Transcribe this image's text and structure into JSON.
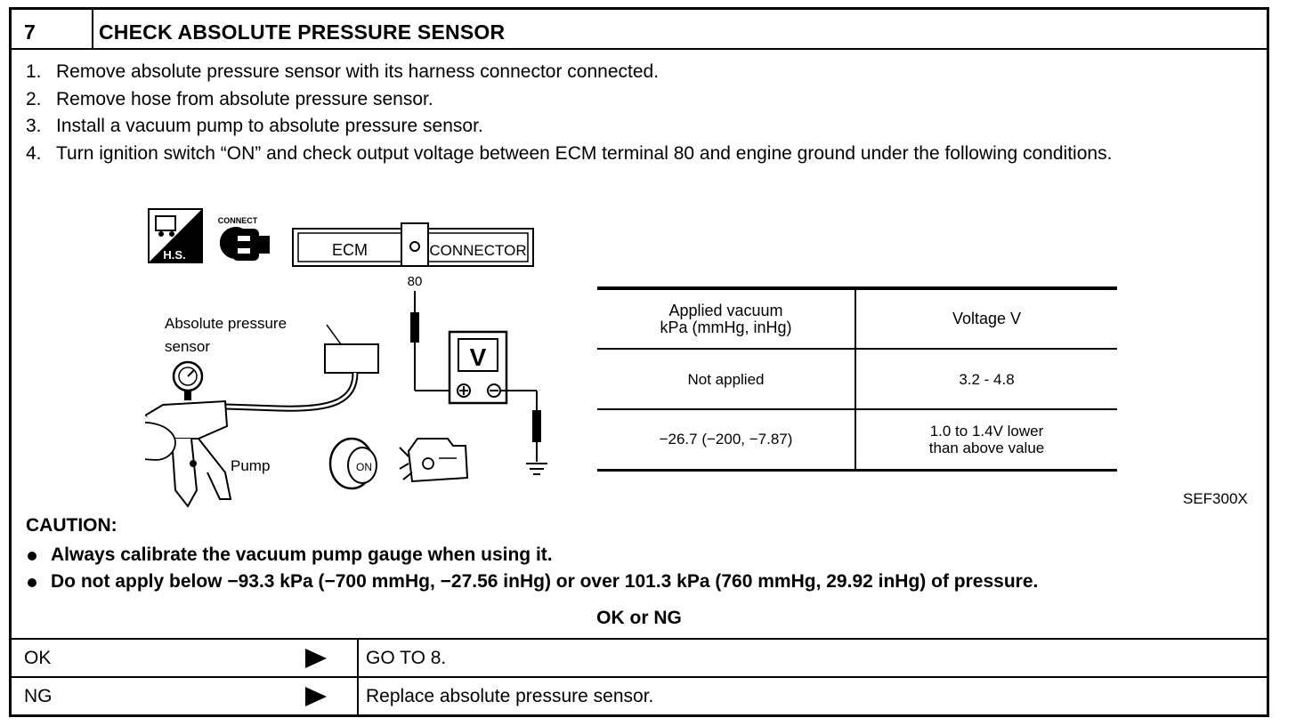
{
  "step": {
    "number": "7",
    "title": "CHECK ABSOLUTE PRESSURE SENSOR"
  },
  "instructions": [
    {
      "num": "1.",
      "text": "Remove absolute pressure sensor with its harness connector connected."
    },
    {
      "num": "2.",
      "text": "Remove hose from absolute pressure sensor."
    },
    {
      "num": "3.",
      "text": "Install a vacuum pump to absolute pressure sensor."
    },
    {
      "num": "4.",
      "text": "Turn ignition switch “ON” and check output voltage between ECM terminal 80 and engine ground under the following conditions."
    }
  ],
  "diagram": {
    "hs_label": "H.S.",
    "connect_label": "CONNECT",
    "ecm_label": "ECM",
    "connector_label": "CONNECTOR",
    "terminal": "80",
    "sensor_label_line1": "Absolute  pressure",
    "sensor_label_line2": "sensor",
    "pump_label": "Pump",
    "meter_label": "V",
    "key_label": "ON"
  },
  "voltage_table": {
    "header_col1_line1": "Applied vacuum",
    "header_col1_line2": "kPa (mmHg, inHg)",
    "header_col2": "Voltage V",
    "rows": [
      {
        "vacuum": "Not applied",
        "voltage_line1": "3.2 - 4.8",
        "voltage_line2": ""
      },
      {
        "vacuum": "−26.7 (−200, −7.87)",
        "voltage_line1": "1.0 to 1.4V lower",
        "voltage_line2": "than above value"
      }
    ]
  },
  "figure_code": "SEF300X",
  "caution": {
    "title": "CAUTION:",
    "items": [
      "Always calibrate the vacuum pump gauge when using it.",
      "Do not apply below −93.3 kPa (−700 mmHg, −27.56 inHg) or over 101.3 kPa (760 mmHg, 29.92 inHg) of pressure."
    ]
  },
  "result": {
    "label": "OK or NG",
    "rows": [
      {
        "code": "OK",
        "action": "GO TO 8."
      },
      {
        "code": "NG",
        "action": "Replace absolute pressure sensor."
      }
    ]
  }
}
